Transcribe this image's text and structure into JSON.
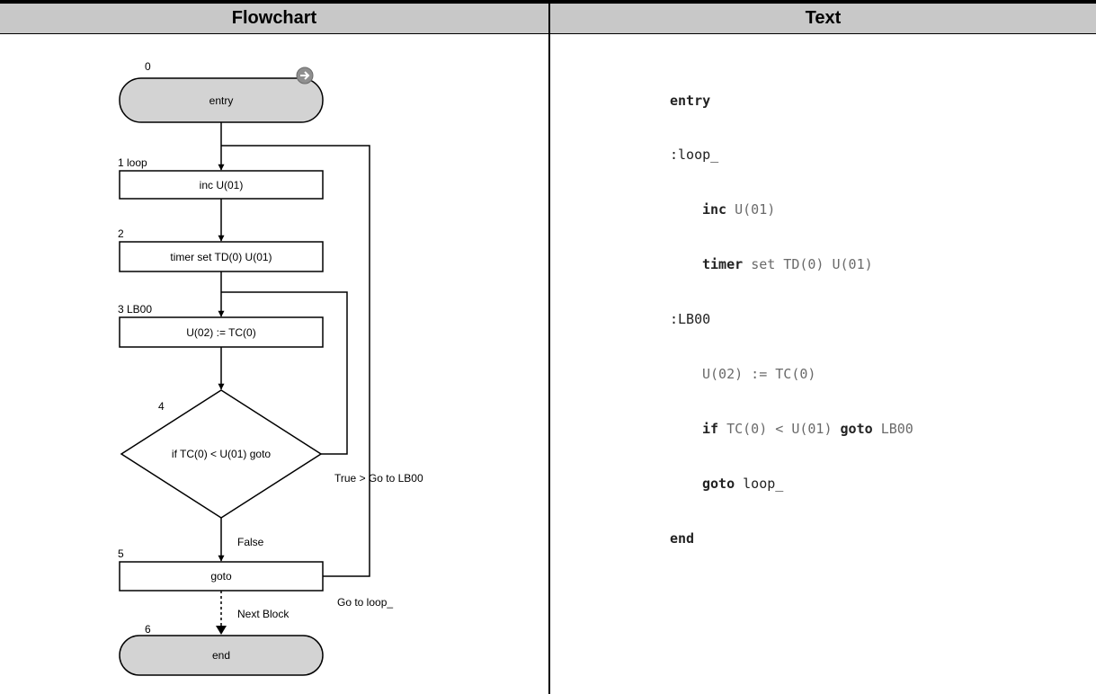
{
  "headers": {
    "flowchart": "Flowchart",
    "text": "Text"
  },
  "flowchart": {
    "nodes": [
      {
        "id": "0",
        "number": "0",
        "text": "entry"
      },
      {
        "id": "1",
        "number": "1 loop",
        "text": "inc U(01)"
      },
      {
        "id": "2",
        "number": "2",
        "text": "timer set TD(0) U(01)"
      },
      {
        "id": "3",
        "number": "3 LB00",
        "text": "U(02) := TC(0)"
      },
      {
        "id": "4",
        "number": "4",
        "text": "if TC(0) < U(01) goto"
      },
      {
        "id": "5",
        "number": "5",
        "text": "goto"
      },
      {
        "id": "6",
        "number": "6",
        "text": "end"
      }
    ],
    "edge_labels": {
      "false": "False",
      "true_branch": "True > Go to LB00",
      "goto_loop": "Go to loop_",
      "next_block": "Next Block"
    }
  },
  "code": {
    "l1": {
      "kw": "entry"
    },
    "l2": {
      "label": ":loop_"
    },
    "l3": {
      "kw": "inc",
      "args": "U(01)"
    },
    "l4": {
      "kw": "timer",
      "args": "set TD(0) U(01)"
    },
    "l5": {
      "label": ":LB00"
    },
    "l6": {
      "args": "U(02) := TC(0)"
    },
    "l7": {
      "kw": "if",
      "args": "TC(0) < U(01)",
      "kw2": "goto",
      "args2": "LB00"
    },
    "l8": {
      "kw": "goto",
      "args": "loop_"
    },
    "l9": {
      "kw": "end"
    }
  },
  "colors": {
    "header_bg": "#c8c8c8",
    "terminal_fill": "#d3d3d3",
    "line": "#000000",
    "gray_text": "#6a6a6a"
  }
}
